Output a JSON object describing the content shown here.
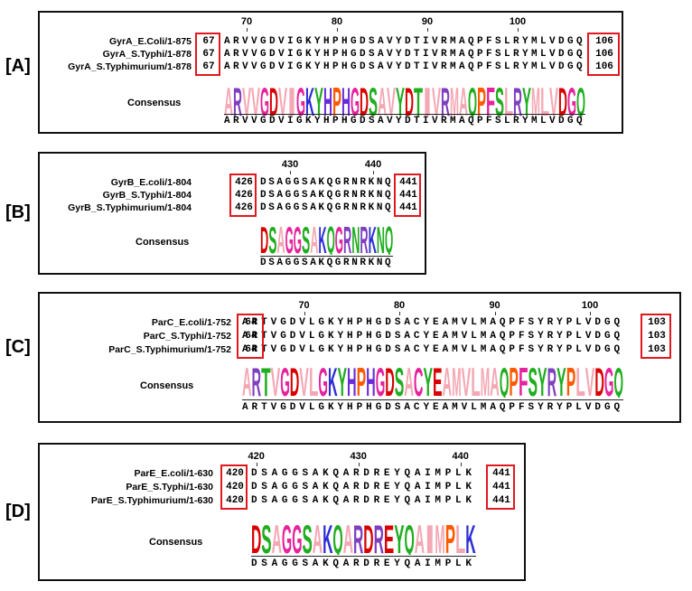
{
  "panels": [
    {
      "id": "A",
      "label": "[A]",
      "ticks": [
        "70",
        "80",
        "90",
        "100"
      ],
      "names": [
        "GyrA_E.Coli/1-875",
        "GyrA_S.Typhi/1-878",
        "GyrA_S.Typhimurium/1-878"
      ],
      "starts": [
        "67",
        "67",
        "67"
      ],
      "ends": [
        "106",
        "106",
        "106"
      ],
      "sequences": [
        "ARVVGDVIGKYHPHGDSAVYDTIVRMAQPFSLRYMLVDGQ",
        "ARVVGDVIGKYHPHGDSAVYDTIVRMAQPFSLRYMLVDGQ",
        "ARVVGDVIGKYHPHGDSAVYDTIVRMAQPFSLRYMLVDGQ"
      ],
      "consensus_label": "Consensus",
      "consensus": "ARVVGDVIGKYHPHGDSAVYDTIVRMAQPFSLRYMLVDGQ"
    },
    {
      "id": "B",
      "label": "[B]",
      "ticks": [
        "430",
        "440"
      ],
      "names": [
        "GyrB_E.coli/1-804",
        "GyrB_S.Typhi/1-804",
        "GyrB_S.Typhimurium/1-804"
      ],
      "starts": [
        "426",
        "426",
        "426"
      ],
      "ends": [
        "441",
        "441",
        "441"
      ],
      "sequences": [
        "DSAGGSAKQGRNRKNQ",
        "DSAGGSAKQGRNRKNQ",
        "DSAGGSAKQGRNRKNQ"
      ],
      "consensus_label": "Consensus",
      "consensus": "DSAGGSAKQGRNRKNQ"
    },
    {
      "id": "C",
      "label": "[C]",
      "ticks": [
        "70",
        "80",
        "90",
        "100"
      ],
      "names": [
        "ParC_E.coli/1-752",
        "ParC_S.Typhi/1-752",
        "ParC_S.Typhimurium/1-752"
      ],
      "starts": [
        "64",
        "64",
        "64"
      ],
      "ends": [
        "103",
        "103",
        "103"
      ],
      "sequences": [
        "ARTVGDVLGKYHPHGDSACYEAMVLMAQPFSYRYPLVDGQ",
        "ARTVGDVLGKYHPHGDSACYEAMVLMAQPFSYRYPLVDGQ",
        "ARTVGDVLGKYHPHGDSACYEAMVLMAQPFSYRYPLVDGQ"
      ],
      "consensus_label": "Consensus",
      "consensus": "ARTVGDVLGKYHPHGDSACYEAMVLMAQPFSYRYPLVDGQ"
    },
    {
      "id": "D",
      "label": "[D]",
      "ticks": [
        "420",
        "430",
        "440"
      ],
      "names": [
        "ParE_E.coli/1-630",
        "ParE_S.Typhi/1-630",
        "ParE_S.Typhimurium/1-630"
      ],
      "starts": [
        "420",
        "420",
        "420"
      ],
      "ends": [
        "441",
        "441",
        "441"
      ],
      "sequences": [
        "DSAGGSAKQARDREYQAIMPLK",
        "DSAGGSAKQARDREYQAIMPLK",
        "DSAGGSAKQARDREYQAIMPLK"
      ],
      "consensus_label": "Consensus",
      "consensus": "DSAGGSAKQARDREYQAIMPLK"
    }
  ],
  "residue_colors": {
    "A": "#f4a8b4",
    "R": "#7f3fbf",
    "V": "#f4a8b4",
    "G": "#e6229c",
    "D": "#d80000",
    "I": "#f4a8b4",
    "K": "#2d2dd6",
    "Y": "#1fae1f",
    "H": "#6a2bd9",
    "P": "#ff5a00",
    "S": "#1fae1f",
    "T": "#1fae1f",
    "M": "#f4a8b4",
    "Q": "#1fae1f",
    "F": "#e6229c",
    "L": "#f4a8b4",
    "N": "#1fae1f",
    "E": "#d80000",
    "C": "#e6229c"
  }
}
